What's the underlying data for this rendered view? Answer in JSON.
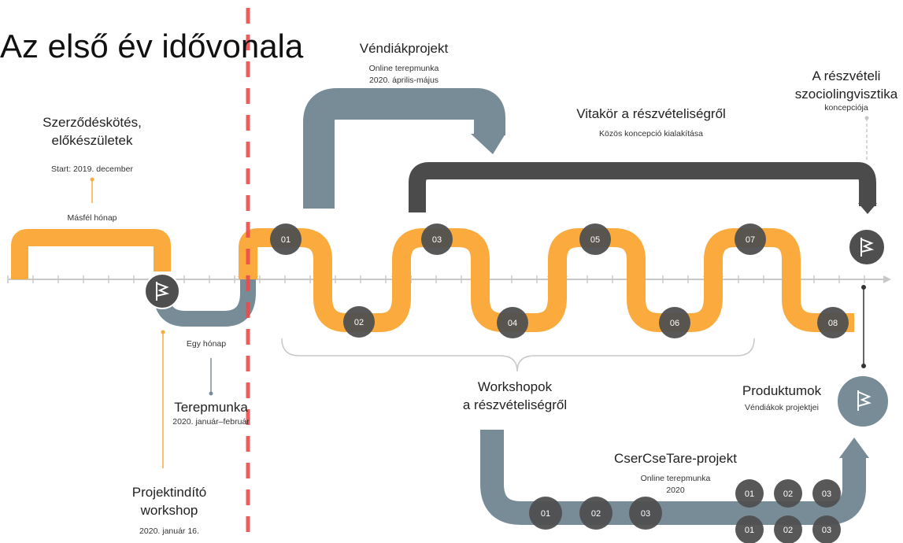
{
  "title": "Az első év idővonala",
  "labels": {
    "szerzodes": "Szerződéskötés,\nelőkészületek",
    "start": "Start: 2019. december",
    "masfel": "Másfél hónap",
    "egy_honap": "Egy hónap",
    "terepmunka": "Terepmunka",
    "terepmunka_date": "2020. január–február",
    "projektindito": "Projektindító\nworkshop",
    "projektindito_date": "2020. január 16.",
    "vendiak": "Véndiákprojekt",
    "vendiak_sub": "Online terepmunka\n2020. április-május",
    "vitakor": "Vitakör a részvételiségről",
    "vitakor_sub": "Közös koncepció kialakítása",
    "reszveteli": "A részvételi\nszociolingvisztika",
    "reszveteli_sub": "koncepciója",
    "workshopok": "Workshopok\na részvételiségről",
    "produktumok": "Produktumok",
    "produktumok_sub": "Véndiákok projektjei",
    "cser": "CserCseTare-projekt",
    "cser_sub": "Online terepmunka\n2020"
  },
  "workshop_numbers": [
    "01",
    "02",
    "03",
    "04",
    "05",
    "06",
    "07",
    "08"
  ],
  "cser_numbers": [
    "01",
    "02",
    "03"
  ],
  "grid_numbers_row1": [
    "01",
    "02",
    "03"
  ],
  "grid_numbers_row2": [
    "01",
    "02",
    "03"
  ],
  "colors": {
    "orange": "#FBAA3D",
    "slate": "#788C98",
    "dark": "#4B4B4B",
    "circle": "#4F4F4F",
    "red_dash": "#EE4B4B",
    "axis": "#C8C8C8"
  },
  "icons": [
    "flag-icon"
  ]
}
